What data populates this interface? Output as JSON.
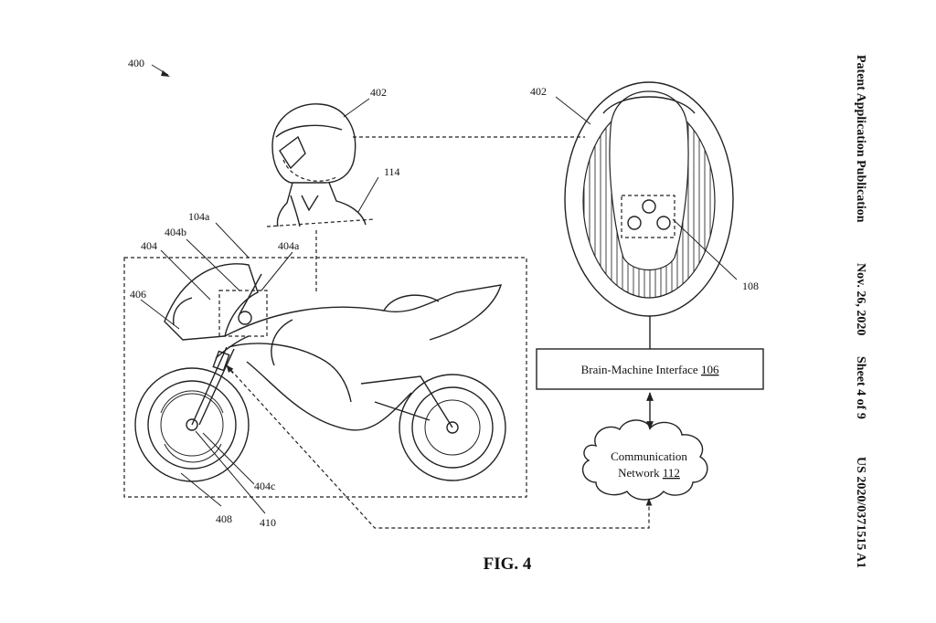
{
  "figure": {
    "title": "FIG. 4",
    "reference": "400"
  },
  "header": {
    "publication": "Patent Application Publication",
    "date": "Nov. 26, 2020",
    "sheet": "Sheet 4 of 9",
    "number": "US 2020/0371515 A1"
  },
  "labels": {
    "helmet_rider": "402",
    "helmet_top": "402",
    "jacket": "114",
    "sensor_module": "108",
    "motorcycle_104a": "104a",
    "part_404b": "404b",
    "part_404": "404",
    "part_404a": "404a",
    "part_406": "406",
    "part_404c": "404c",
    "wheel_408": "408",
    "part_410": "410"
  },
  "bmi": {
    "text": "Brain-Machine Interface ",
    "ref": "106"
  },
  "network": {
    "line1": "Communication",
    "line2": "Network ",
    "ref": "112"
  }
}
